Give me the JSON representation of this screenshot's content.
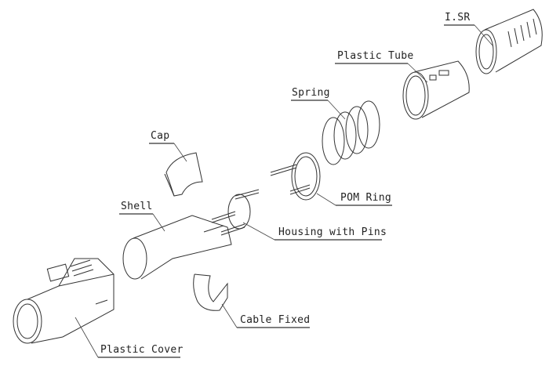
{
  "title": "Exploded view of connector assembly",
  "parts": [
    {
      "id": "i-sr",
      "label": "I.SR"
    },
    {
      "id": "plastic-tube",
      "label": "Plastic Tube"
    },
    {
      "id": "spring",
      "label": "Spring"
    },
    {
      "id": "pom-ring",
      "label": "POM Ring"
    },
    {
      "id": "cap",
      "label": "Cap"
    },
    {
      "id": "housing-with-pins",
      "label": "Housing with Pins"
    },
    {
      "id": "shell",
      "label": "Shell"
    },
    {
      "id": "cable-fixed",
      "label": "Cable Fixed"
    },
    {
      "id": "plastic-cover",
      "label": "Plastic Cover"
    }
  ],
  "colors": {
    "line": "#333333",
    "background": "#ffffff"
  }
}
